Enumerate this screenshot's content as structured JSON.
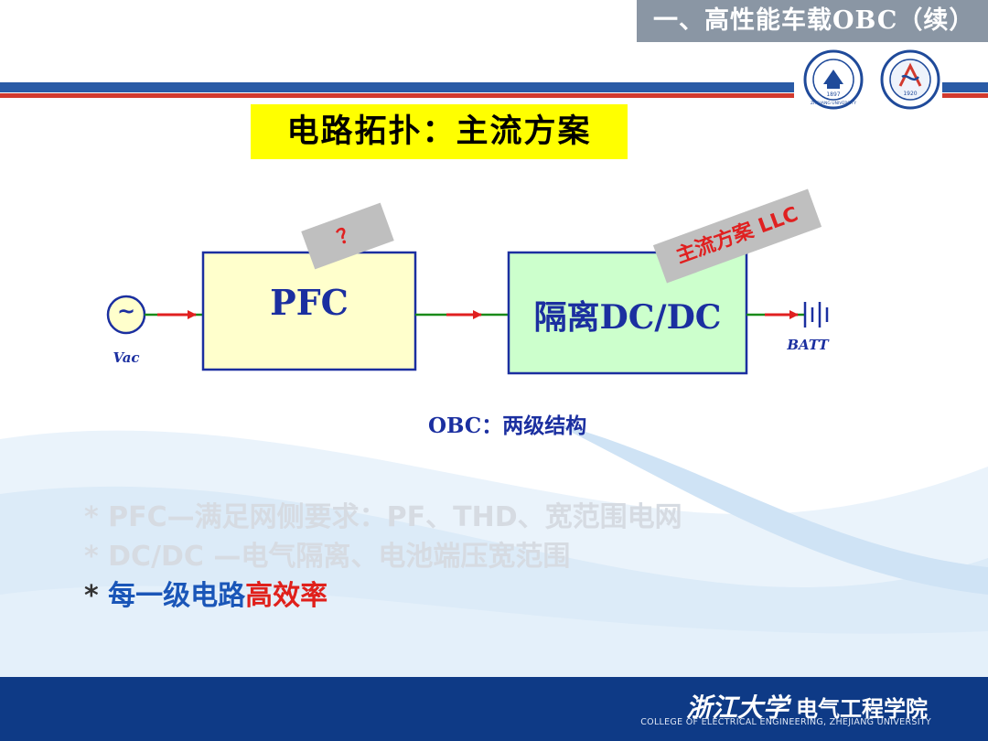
{
  "header": {
    "title": "一、高性能车载OBC（续）"
  },
  "heading": "电路拓扑：主流方案",
  "diagram": {
    "pfc_label": "PFC",
    "dcdc_label": "隔离DC/DC",
    "vac_label": "Vac",
    "batt_label": "BATT",
    "source_symbol": "~",
    "question_tag": "？",
    "llc_tag": "主流方案 LLC",
    "caption": "OBC：两级结构"
  },
  "bullets": [
    {
      "star": "*",
      "text": " PFC—满足网侧要求：PF、THD、宽范围电网"
    },
    {
      "star": "*",
      "text": " DC/DC —电气隔离、电池端压宽范围"
    },
    {
      "star": "*",
      "text_blue": " 每一级电路",
      "text_red": "高效率"
    }
  ],
  "footer": {
    "university_script": "浙江大学",
    "college_name": "电气工程学院",
    "college_english": "COLLEGE OF ELECTRICAL ENGINEERING, ZHEJIANG UNIVERSITY"
  },
  "logos": {
    "zju_text": "ZHEJIANG UNIVERSITY",
    "zju_year": "1897",
    "college_year": "1920"
  },
  "colors": {
    "accent_blue": "#1b2fa0",
    "heading_bg": "#ffff00",
    "pfc_box": "#ffffcc",
    "dcdc_box": "#ccffcc",
    "arrow_red": "#e02020",
    "wire_green": "#1a8a1a",
    "footer_bg": "#0e3a86"
  }
}
